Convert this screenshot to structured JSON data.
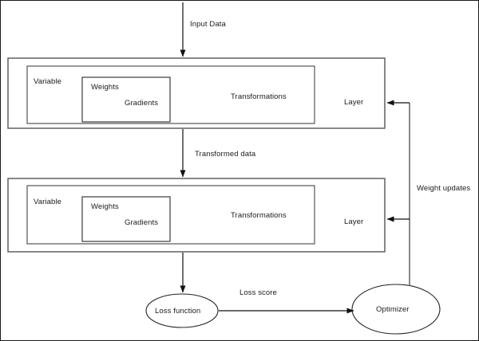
{
  "diagram": {
    "title": "Neural network layer / training loop block diagram",
    "colors": {
      "frame_border": "#1a1a1a",
      "box_stroke": "#555555",
      "inner_box_stroke": "#3b3b3b",
      "ellipse_stroke": "#222222",
      "arrow_stroke": "#111111",
      "text": "#1b1b1b",
      "background": "#ffffff"
    },
    "labels": {
      "input_data": "Input Data",
      "transformed_data": "Transformed data",
      "weight_updates": "Weight updates",
      "loss_score": "Loss score",
      "loss_function": "Loss function",
      "optimizer": "Optimizer"
    },
    "layers": [
      {
        "name": "layer-1",
        "layer_label": "Layer",
        "variable_label": "Variable",
        "weights_label": "Weights",
        "gradients_label": "Gradients",
        "transformations_label": "Transformations"
      },
      {
        "name": "layer-2",
        "layer_label": "Layer",
        "variable_label": "Variable",
        "weights_label": "Weights",
        "gradients_label": "Gradients",
        "transformations_label": "Transformations"
      }
    ],
    "nodes": [
      {
        "id": "loss-function",
        "shape": "ellipse",
        "label": "Loss function"
      },
      {
        "id": "optimizer",
        "shape": "ellipse",
        "label": "Optimizer"
      }
    ],
    "edges": [
      {
        "from": "input",
        "to": "layer-1",
        "label": "Input Data",
        "direction": "down"
      },
      {
        "from": "layer-1",
        "to": "layer-2",
        "label": "Transformed data",
        "direction": "down"
      },
      {
        "from": "layer-2",
        "to": "loss-function",
        "label": "",
        "direction": "down"
      },
      {
        "from": "loss-function",
        "to": "optimizer",
        "label": "Loss score",
        "direction": "right"
      },
      {
        "from": "optimizer",
        "to": "layer-2",
        "label": "Weight updates",
        "direction": "left"
      },
      {
        "from": "optimizer",
        "to": "layer-1",
        "label": "Weight updates",
        "direction": "left"
      }
    ]
  }
}
